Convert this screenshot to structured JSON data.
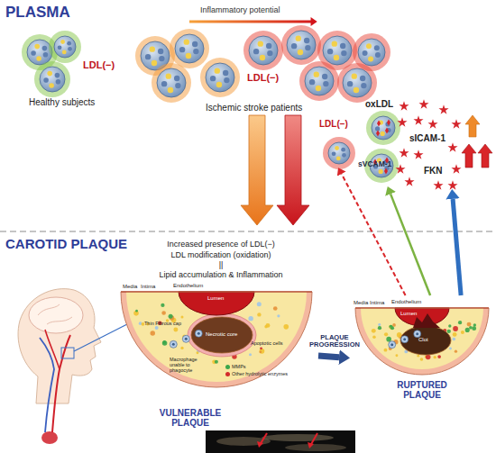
{
  "diagram": {
    "nodes": [
      {
        "text": [
          "LDL(−)",
          "Healthy subjects"
        ]
      },
      {
        "text": [
          "LDL(−)",
          "Ischemic stroke patients"
        ]
      },
      {
        "text": [
          "LDL(−)"
        ]
      },
      {
        "text": [
          "oxLDL",
          "sVCAM-1"
        ]
      },
      {
        "text": [
          "sICAM-1",
          "FKN"
        ]
      },
      {
        "text": [
          "VULNERABLE PLAQUE",
          "Media",
          "Intima",
          "Endothelium",
          "Lumen",
          "Thin Fibrous cap",
          "Necrotic core",
          "Apoptotic cells",
          "Macrophage unable to phagocyte"
        ]
      },
      {
        "text": [
          "RUPTURED PLAQUE",
          "Media",
          "Intima",
          "Endothelium",
          "Lumen",
          "Clot"
        ]
      }
    ],
    "edges": [
      {
        "from": 5,
        "to": 6,
        "label": "PLAQUE PROGRESSION",
        "arrow": "to"
      },
      {
        "from": 6,
        "to": 2,
        "arrow": "to"
      },
      {
        "from": 6,
        "to": 3,
        "arrow": "to"
      },
      {
        "from": 6,
        "to": 4,
        "arrow": "to"
      }
    ],
    "labels": [
      "PLASMA",
      "Inflammatory potential",
      "CAROTID PLAQUE",
      "Increased presence of LDL(−)",
      "LDL modification (oxidation)",
      "||",
      "Lipid accumulation & Inflammation"
    ],
    "legend": [
      {
        "text": "MMPs",
        "color": "#3aa64a"
      },
      {
        "text": "Other hydrolytic enzymes",
        "color": "#d22b2b"
      }
    ]
  }
}
